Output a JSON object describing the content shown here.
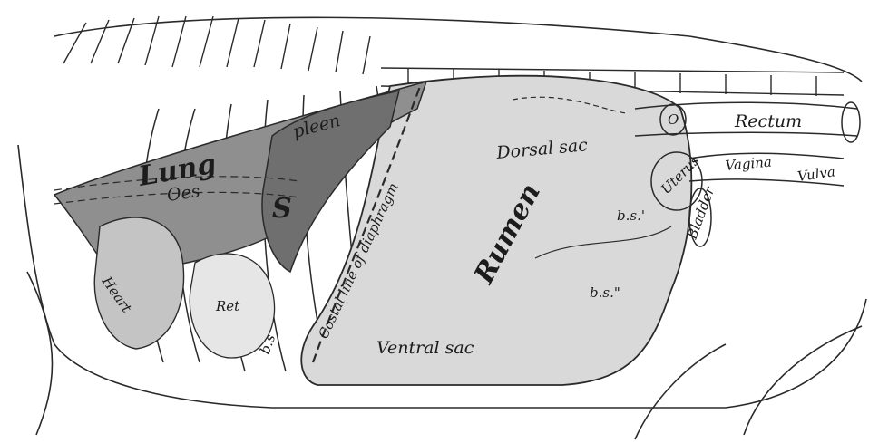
{
  "labels": {
    "lung": "Lung",
    "oes": "Oes",
    "spleen_s": "S",
    "spleen_rest": "pleen",
    "heart": "Heart",
    "ret": "Ret",
    "bs_lower": "b.s",
    "costal_line": "Costal line of diaphragm",
    "dorsal_sac": "Dorsal sac",
    "rumen": "Rumen",
    "bs_prime": "b.s.'",
    "bs_double_prime": "b.s.\"",
    "ventral_sac": "Ventral sac",
    "ovary": "O",
    "uterus": "Uterus",
    "bladder": "Bladder",
    "rectum": "Rectum",
    "vagina": "Vagina",
    "vulva": "Vulva"
  },
  "colors": {
    "line": "#2a2a2a",
    "rumen_fill": "#d9d9d9",
    "lung_fill": "#8f8f8f",
    "spleen_fill": "#6f6f6f",
    "heart_fill": "#c4c4c4",
    "background": "#ffffff"
  }
}
